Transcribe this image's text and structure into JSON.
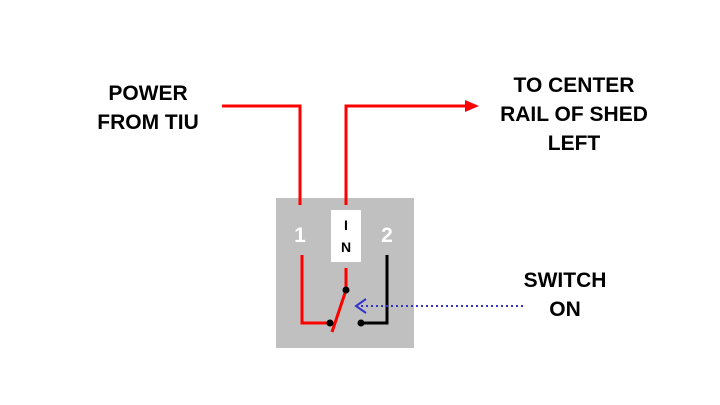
{
  "labels": {
    "power_line1": "POWER",
    "power_line2": "FROM TIU",
    "rail_line1": "TO CENTER",
    "rail_line2": "RAIL OF SHED",
    "rail_line3": "LEFT",
    "switch_line1": "SWITCH",
    "switch_line2": "ON"
  },
  "switch": {
    "terminal_1": "1",
    "terminal_2": "2",
    "position_top": "I",
    "position_bottom": "N"
  },
  "colors": {
    "power_wire": "#ff0000",
    "return_wire": "#000000",
    "indicator_arrow": "#3333cc",
    "switch_body": "#c0c0c0",
    "background": "#ffffff"
  }
}
